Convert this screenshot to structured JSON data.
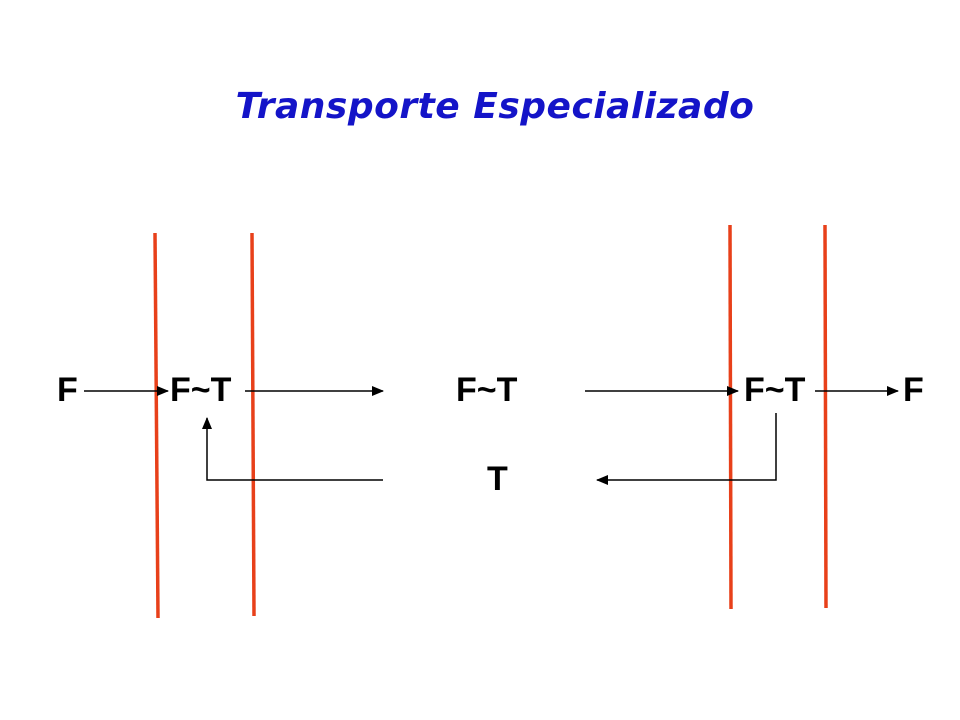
{
  "title": "Transporte Especializado",
  "colors": {
    "title": "#1414c8",
    "membrane": "#e8401a",
    "arrow": "#000000",
    "text": "#000000"
  },
  "labels": {
    "f_left": "F",
    "complex_1": "F~T",
    "complex_2": "F~T",
    "complex_3": "F~T",
    "f_right": "F",
    "t_center": "T"
  }
}
